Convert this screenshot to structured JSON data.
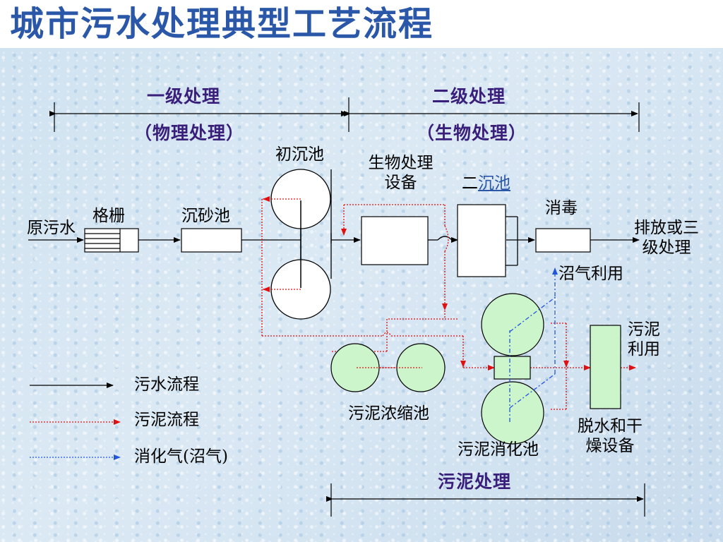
{
  "slide": {
    "title": "城市污水处理典型工艺流程"
  },
  "stages": {
    "primary": {
      "title": "一级处理",
      "subtitle": "（物理处理）"
    },
    "secondary": {
      "title": "二级处理",
      "subtitle": "（生物处理）"
    },
    "sludge": {
      "title": "污泥处理"
    }
  },
  "units": {
    "raw_sewage": "原污水",
    "screen": "格栅",
    "grit_chamber": "沉砂池",
    "primary_clarifier": "初沉池",
    "bio_treatment_line1": "生物处理",
    "bio_treatment_line2": "设备",
    "secondary_clarifier_prefix": "二",
    "secondary_clarifier_link": "沉池",
    "disinfection": "消毒",
    "discharge_line1": "排放或三",
    "discharge_line2": "级处理",
    "biogas_use": "沼气利用",
    "sludge_use_line1": "污泥",
    "sludge_use_line2": "利用",
    "thickener": "污泥浓缩池",
    "digester": "污泥消化池",
    "dewatering_line1": "脱水和干",
    "dewatering_line2": "燥设备"
  },
  "legend": {
    "items": [
      {
        "label": "污水流程",
        "color": "#000000"
      },
      {
        "label": "污泥流程",
        "color": "#e01010"
      },
      {
        "label": "消化气(沼气)",
        "color": "#2255dd"
      }
    ]
  },
  "colors": {
    "title": "#2a57a8",
    "stage_text": "#3a1f7a",
    "sewage_line": "#000000",
    "sludge_line": "#e01010",
    "gas_line": "#2255dd",
    "tank_fill": "#ccf5cc"
  }
}
